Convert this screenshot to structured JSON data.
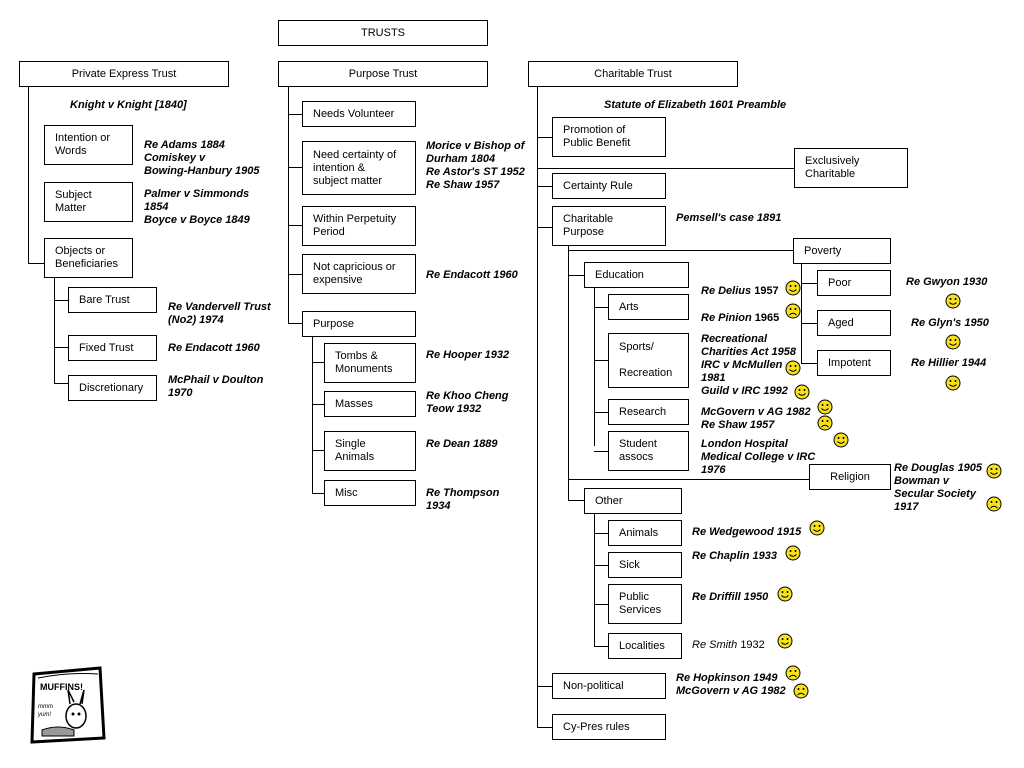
{
  "title": "TRUSTS",
  "private": {
    "header": "Private Express Trust",
    "lead_case": "Knight v Knight [1840]",
    "boxes": [
      {
        "label": "Intention or\nWords",
        "cases": "Re Adams 1884\nComiskey v\nBowing-Hanbury 1905"
      },
      {
        "label": "Subject\nMatter",
        "cases": "Palmer v Simmonds\n1854\nBoyce v Boyce 1849"
      },
      {
        "label": "Objects or\nBeneficiaries"
      }
    ],
    "sub": [
      {
        "label": "Bare Trust",
        "cases": "Re Vandervell Trust\n(No2) 1974"
      },
      {
        "label": "Fixed Trust",
        "cases": "Re Endacott 1960"
      },
      {
        "label": "Discretionary",
        "cases": "McPhail v Doulton\n1970"
      }
    ]
  },
  "purpose": {
    "header": "Purpose Trust",
    "boxes": [
      {
        "label": "Needs Volunteer"
      },
      {
        "label": "Need certainty of\nintention &\nsubject matter",
        "cases": "Morice v Bishop of\nDurham 1804\nRe Astor's ST 1952\nRe Shaw 1957"
      },
      {
        "label": "Within Perpetuity\nPeriod"
      },
      {
        "label": "Not  capricious or\nexpensive",
        "cases": "Re Endacott 1960"
      },
      {
        "label": "Purpose"
      }
    ],
    "sub": [
      {
        "label": "Tombs &\nMonuments",
        "cases": "Re Hooper 1932"
      },
      {
        "label": "Masses",
        "cases": "Re Khoo Cheng\nTeow 1932"
      },
      {
        "label": "Single\nAnimals",
        "cases": "Re Dean 1889"
      },
      {
        "label": "Misc",
        "cases": "Re Thompson\n1934"
      }
    ]
  },
  "charitable": {
    "header": "Charitable Trust",
    "lead_case": "Statute of Elizabeth 1601 Preamble",
    "promotion": "Promotion of\nPublic Benefit",
    "exclusively": "Exclusively\nCharitable",
    "certainty": "Certainty Rule",
    "purpose": "Charitable\nPurpose",
    "purpose_case": "Pemsell's case 1891",
    "poverty": {
      "label": "Poverty",
      "items": [
        {
          "label": "Poor",
          "cases": "Re Gwyon 1930"
        },
        {
          "label": "Aged",
          "cases": "Re Glyn's 1950"
        },
        {
          "label": "Impotent",
          "cases": "Re Hillier 1944"
        }
      ]
    },
    "education": {
      "label": "Education",
      "items": [
        {
          "label": "Arts",
          "cases_main": "Re Delius",
          "cases_year": "1957",
          "cases2_main": "Re Pinion",
          "cases2_year": "1965"
        },
        {
          "label": "Sports/\n\nRecreation",
          "cases": "Recreational\nCharities Act 1958\nIRC v McMullen\n1981\nGuild v IRC 1992"
        },
        {
          "label": "Research",
          "cases": "McGovern v AG 1982\nRe Shaw 1957"
        },
        {
          "label": "Student\nassocs",
          "cases": "London Hospital\nMedical College v IRC\n1976"
        }
      ]
    },
    "religion": {
      "label": "Religion",
      "cases": "Re Douglas 1905\nBowman v\nSecular Society\n1917"
    },
    "other": {
      "label": "Other",
      "items": [
        {
          "label": "Animals",
          "cases": "Re Wedgewood 1915"
        },
        {
          "label": "Sick",
          "cases": "Re Chaplin 1933"
        },
        {
          "label": "Public\nServices",
          "cases": "Re Driffill 1950"
        },
        {
          "label": "Localities",
          "cases_main": "Re Smith",
          "cases_year": "1932"
        }
      ]
    },
    "nonpolitical": {
      "label": "Non-political",
      "cases": "Re Hopkinson 1949\nMcGovern v AG 1982"
    },
    "cypres": "Cy-Pres rules"
  },
  "cartoon": {
    "title": "MUFFINS!",
    "text": "mmm\nyum!"
  },
  "colors": {
    "smiley_fill": "#f7e11c",
    "line": "#000000"
  }
}
